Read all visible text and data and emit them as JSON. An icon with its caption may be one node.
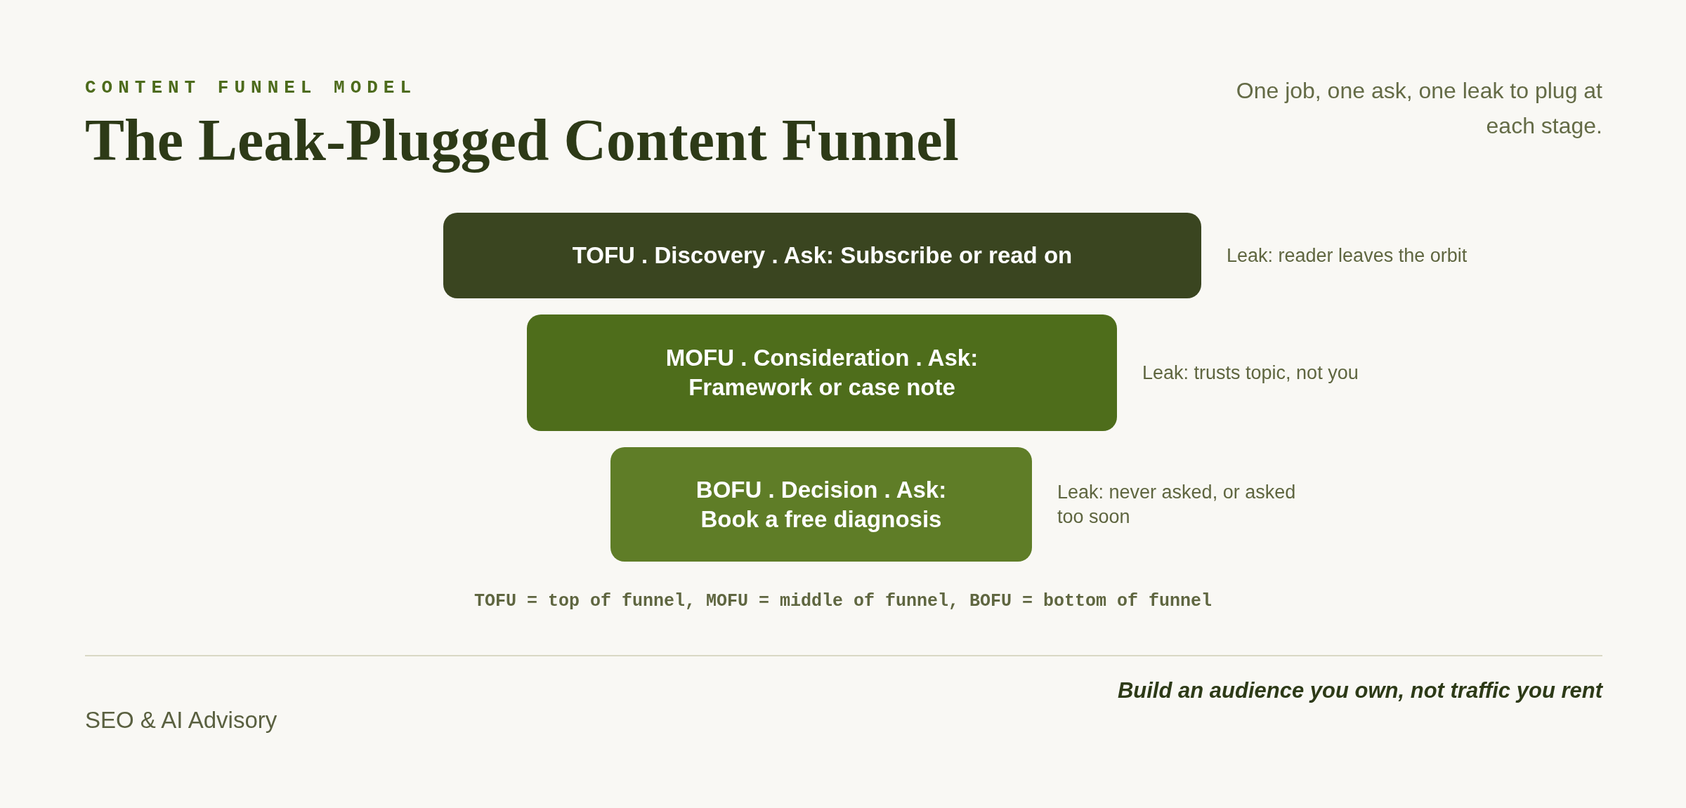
{
  "diagram": {
    "title": "The Leak-Plugged Content Funnel",
    "nodes": [
      {
        "text": [
          "TOFU . Discovery . Ask: Subscribe or read on"
        ],
        "beside": [
          "Leak: reader leaves the orbit"
        ]
      },
      {
        "text": [
          "MOFU . Consideration . Ask: Framework or case note"
        ],
        "beside": [
          "Leak: trusts topic, not you"
        ]
      },
      {
        "text": [
          "BOFU . Decision . Ask: Book a free diagnosis"
        ],
        "beside": [
          "Leak: never asked, or asked too soon"
        ]
      }
    ],
    "labels": [
      "CONTENT FUNNEL MODEL",
      "One job, one ask, one leak to plug at each stage.",
      "TOFU = top of funnel, MOFU = middle of funnel, BOFU = bottom of funnel",
      "SEO & AI Advisory",
      "Build an audience you own, not traffic you rent"
    ]
  }
}
